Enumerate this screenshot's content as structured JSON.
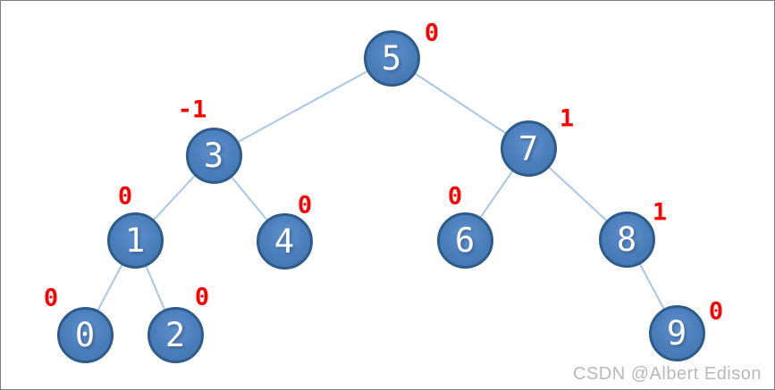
{
  "tree": {
    "nodes": [
      {
        "value": "5",
        "balance": "0",
        "balance_position": "top-right"
      },
      {
        "value": "3",
        "balance": "-1",
        "balance_position": "top-left"
      },
      {
        "value": "7",
        "balance": "1",
        "balance_position": "top-right"
      },
      {
        "value": "1",
        "balance": "0",
        "balance_position": "top-left"
      },
      {
        "value": "4",
        "balance": "0",
        "balance_position": "top-right"
      },
      {
        "value": "6",
        "balance": "0",
        "balance_position": "top-left"
      },
      {
        "value": "8",
        "balance": "1",
        "balance_position": "top-right"
      },
      {
        "value": "0",
        "balance": "0",
        "balance_position": "top-left"
      },
      {
        "value": "2",
        "balance": "0",
        "balance_position": "top-right"
      },
      {
        "value": "9",
        "balance": "0",
        "balance_position": "top-right"
      }
    ],
    "edges": [
      [
        "5",
        "3"
      ],
      [
        "5",
        "7"
      ],
      [
        "3",
        "1"
      ],
      [
        "3",
        "4"
      ],
      [
        "7",
        "6"
      ],
      [
        "7",
        "8"
      ],
      [
        "1",
        "0"
      ],
      [
        "1",
        "2"
      ],
      [
        "8",
        "9"
      ]
    ]
  },
  "watermark": {
    "text": "CSDN @Albert Edison"
  },
  "colors": {
    "node_fill": "#4A7EBB",
    "node_border": "#2E5C8A",
    "node_text": "#FFFFFF",
    "edge": "#A9C5E8",
    "balance_label": "#FF0000",
    "watermark": "#B9B9B9",
    "canvas_border": "#7F7F7F"
  }
}
